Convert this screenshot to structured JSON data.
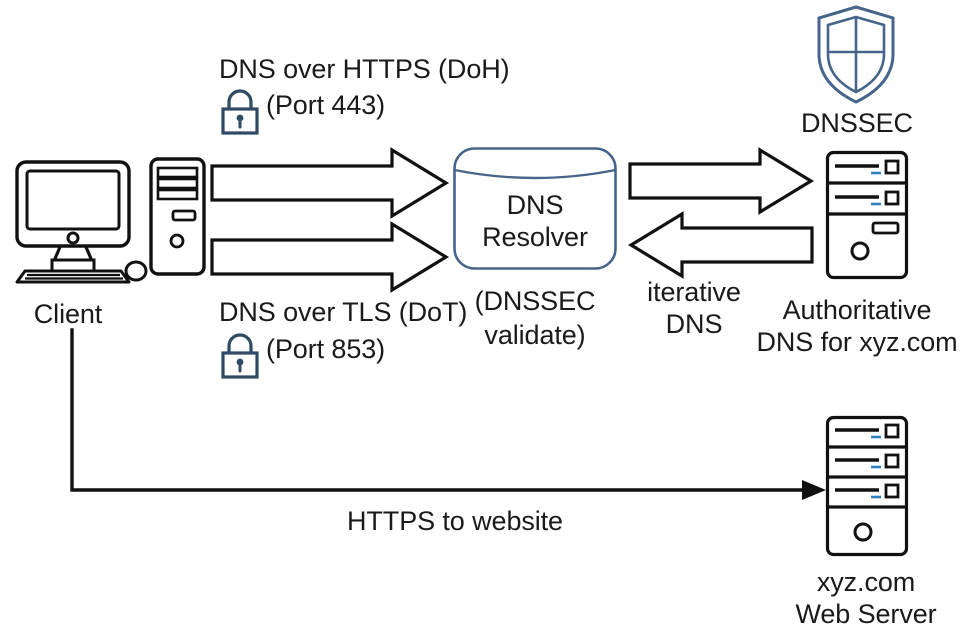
{
  "diagram": {
    "title": "DNS security: DoH, DoT, DNSSEC and HTTPS flow",
    "background": "#ffffff",
    "colors": {
      "ink": "#111111",
      "steel_blue": "#46658a",
      "lock_blue": "#2f4a63",
      "server_accent": "#2f7fc4"
    }
  },
  "nodes": {
    "client": {
      "label": "Client",
      "icon": "desktop-computer-icon"
    },
    "resolver": {
      "title_line1": "DNS",
      "title_line2": "Resolver",
      "note_line1": "(DNSSEC",
      "note_line2": "validate)",
      "icon": "database-cylinder-icon"
    },
    "dnssec": {
      "label": "DNSSEC",
      "icon": "shield-icon"
    },
    "authoritative": {
      "label_line1": "Authoritative",
      "label_line2": "DNS for xyz.com",
      "icon": "server-tower-icon"
    },
    "webserver": {
      "label_line1": "xyz.com",
      "label_line2": "Web Server",
      "icon": "server-tower-icon"
    }
  },
  "flows": {
    "doh": {
      "label": "DNS over HTTPS (DoH)",
      "port": "(Port 443)",
      "lock_icon": "padlock-icon",
      "direction": "client-to-resolver"
    },
    "dot": {
      "label": "DNS over TLS (DoT)",
      "port": "(Port 853)",
      "lock_icon": "padlock-icon",
      "direction": "client-to-resolver"
    },
    "iterative": {
      "label_line1": "iterative",
      "label_line2": "DNS",
      "direction": "bidirectional"
    },
    "https": {
      "label": "HTTPS to website",
      "direction": "client-to-webserver"
    }
  }
}
